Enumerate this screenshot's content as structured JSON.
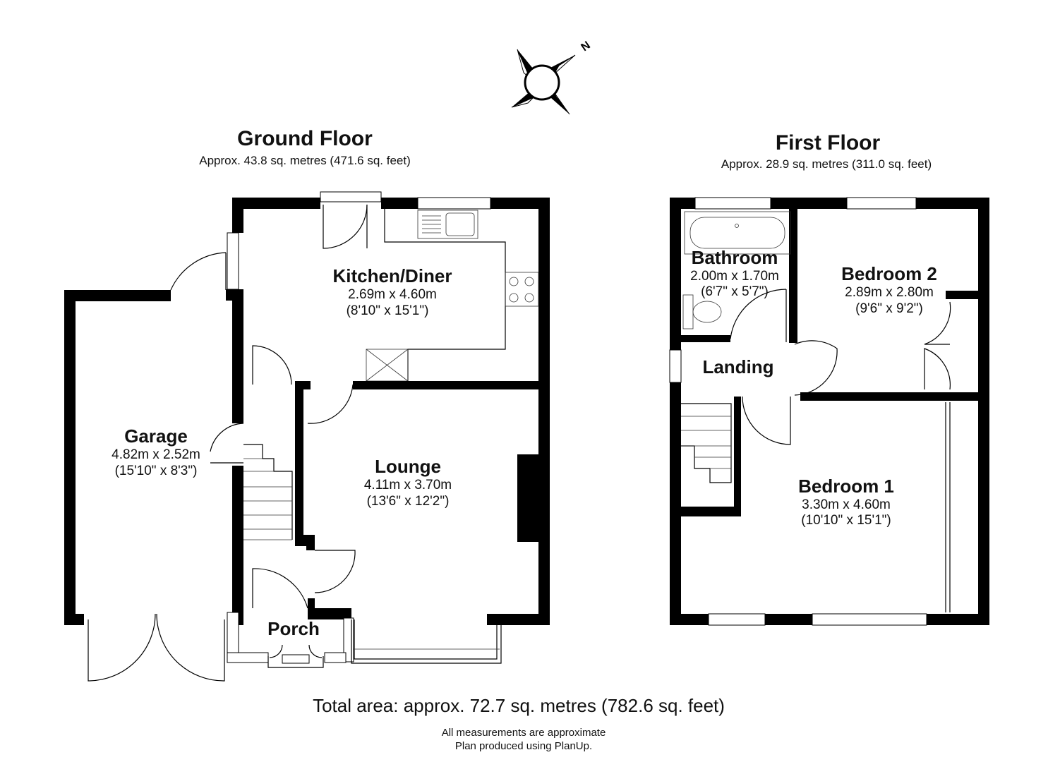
{
  "ground_floor": {
    "title": "Ground Floor",
    "area": "Approx. 43.8 sq. metres (471.6 sq. feet)",
    "rooms": {
      "kitchen": {
        "name": "Kitchen/Diner",
        "metric": "2.69m x 4.60m",
        "imperial": "(8'10\" x 15'1\")"
      },
      "garage": {
        "name": "Garage",
        "metric": "4.82m x 2.52m",
        "imperial": "(15'10\" x 8'3\")"
      },
      "lounge": {
        "name": "Lounge",
        "metric": "4.11m x 3.70m",
        "imperial": "(13'6\" x 12'2\")"
      },
      "porch": {
        "name": "Porch"
      }
    }
  },
  "first_floor": {
    "title": "First Floor",
    "area": "Approx. 28.9 sq. metres (311.0 sq. feet)",
    "rooms": {
      "bathroom": {
        "name": "Bathroom",
        "metric": "2.00m x 1.70m",
        "imperial": "(6'7\" x 5'7\")"
      },
      "bedroom2": {
        "name": "Bedroom 2",
        "metric": "2.89m x 2.80m",
        "imperial": "(9'6\" x 9'2\")"
      },
      "landing": {
        "name": "Landing"
      },
      "bedroom1": {
        "name": "Bedroom 1",
        "metric": "3.30m x 4.60m",
        "imperial": "(10'10\" x 15'1\")"
      }
    }
  },
  "compass": {
    "label": "N",
    "icon": "compass-icon"
  },
  "footer": {
    "total": "Total area: approx. 72.7 sq. metres (782.6 sq. feet)",
    "note1": "All measurements are approximate",
    "note2": "Plan produced using PlanUp."
  }
}
